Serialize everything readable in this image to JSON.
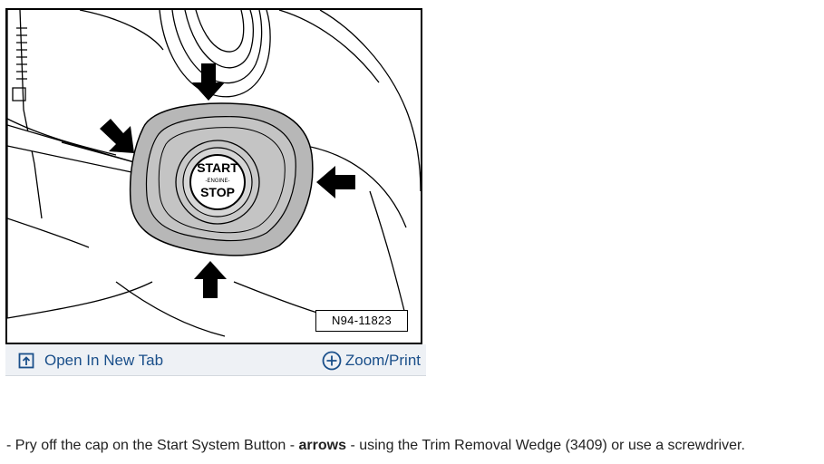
{
  "figure": {
    "label": "N94-11823",
    "button_text": {
      "line1": "START",
      "line2": "-ENGINE-",
      "line3": "STOP"
    },
    "icons": [
      "arrow-down-icon",
      "arrow-diagonal-icon",
      "arrow-left-icon",
      "arrow-up-icon"
    ]
  },
  "toolbar": {
    "open_tab_label": "Open In New Tab",
    "open_tab_icon": "open-external-icon",
    "zoom_label": "Zoom/Print",
    "zoom_icon": "plus-circle-icon",
    "link_color": "#1a4f8a"
  },
  "instruction": {
    "prefix": "-  Pry off the cap on the Start System Button - ",
    "bold": "arrows",
    "suffix": " - using the Trim Removal Wedge (3409) or use a screwdriver."
  }
}
